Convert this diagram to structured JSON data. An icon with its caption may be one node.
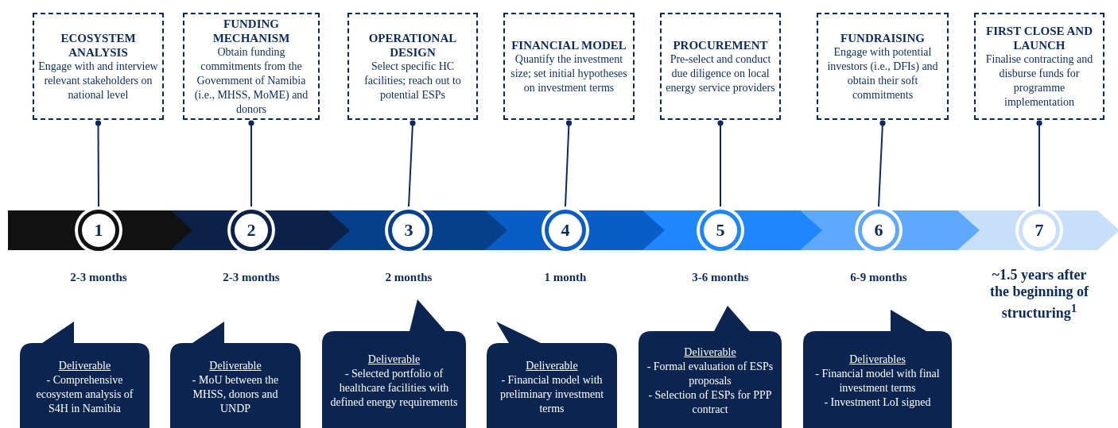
{
  "diagram": {
    "nodes": [
      {
        "text": [
          "ECOSYSTEM ANALYSIS",
          "Engage with and interview relevant stakeholders on national level"
        ]
      },
      {
        "text": [
          "FUNDING MECHANISM",
          "Obtain funding commitments from the Government of Namibia (i.e., MHSS, MoME) and donors"
        ]
      },
      {
        "text": [
          "OPERATIONAL DESIGN",
          "Select specific HC facilities; reach out to potential ESPs"
        ]
      },
      {
        "text": [
          "FINANCIAL MODEL",
          "Quantify the investment size; set initial hypotheses on investment terms"
        ]
      },
      {
        "text": [
          "PROCUREMENT",
          "Pre-select and conduct due diligence on local energy service providers"
        ]
      },
      {
        "text": [
          "FUNDRAISING",
          "Engage with potential investors (i.e., DFIs) and obtain their soft commitments"
        ]
      },
      {
        "text": [
          "FIRST CLOSE AND LAUNCH",
          "Finalise contracting and disburse funds for programme implementation"
        ]
      },
      {
        "text": [
          "1"
        ],
        "beside": [
          "2-3 months"
        ]
      },
      {
        "text": [
          "2"
        ],
        "beside": [
          "2-3 months"
        ]
      },
      {
        "text": [
          "3"
        ],
        "beside": [
          "2 months"
        ]
      },
      {
        "text": [
          "4"
        ],
        "beside": [
          "1 month"
        ]
      },
      {
        "text": [
          "5"
        ],
        "beside": [
          "3-6 months"
        ]
      },
      {
        "text": [
          "6"
        ],
        "beside": [
          "6-9 months"
        ]
      },
      {
        "text": [
          "7"
        ],
        "beside": [
          "~1.5 years after the beginning of structuring$^{1}$"
        ]
      },
      {
        "text": [
          "Deliverable",
          "- Comprehensive ecosystem analysis of S4H in Namibia"
        ]
      },
      {
        "text": [
          "Deliverable",
          "- MoU between the MHSS, donors and UNDP"
        ]
      },
      {
        "text": [
          "Deliverable",
          "- Selected portfolio of healthcare facilities with defined energy requirements"
        ]
      },
      {
        "text": [
          "Deliverable",
          "- Financial model with preliminary investment terms"
        ]
      },
      {
        "text": [
          "Deliverable",
          "- Formal evaluation of ESPs proposals",
          "- Selection of ESPs for PPP contract"
        ]
      },
      {
        "text": [
          "Deliverables",
          "- Financial model with final investment terms",
          "- Investment LoI signed"
        ]
      }
    ],
    "edges": [
      {
        "from": 0,
        "to": 7,
        "arrow": "other"
      },
      {
        "from": 1,
        "to": 8,
        "arrow": "other"
      },
      {
        "from": 2,
        "to": 9,
        "arrow": "other"
      },
      {
        "from": 3,
        "to": 10,
        "arrow": "other"
      },
      {
        "from": 4,
        "to": 11,
        "arrow": "other"
      },
      {
        "from": 5,
        "to": 12,
        "arrow": "other"
      },
      {
        "from": 6,
        "to": 13,
        "arrow": "other"
      }
    ]
  }
}
